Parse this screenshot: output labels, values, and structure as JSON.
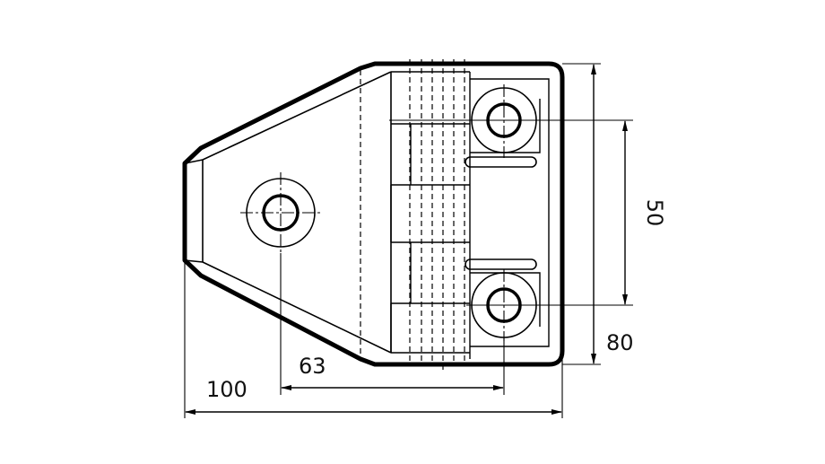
{
  "dimensions": {
    "overall_width": "100",
    "hole_offset": "63",
    "overall_height": "80",
    "hole_spacing": "50"
  }
}
